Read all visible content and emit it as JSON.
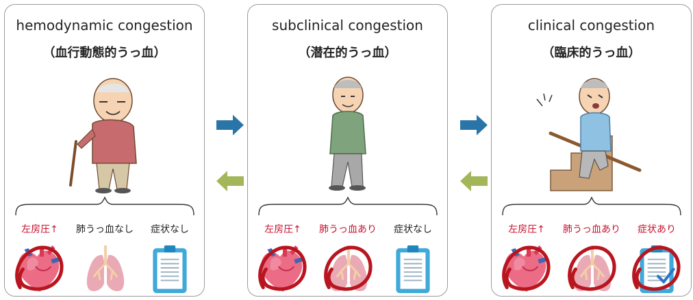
{
  "panels": [
    {
      "title_en": "hemodynamic congestion",
      "title_jp": "（血行動態的うっ血）",
      "labels": [
        {
          "text": "左房圧↑",
          "highlighted": true
        },
        {
          "text": "肺うっ血なし",
          "highlighted": false
        },
        {
          "text": "症状なし",
          "highlighted": false
        }
      ],
      "figure": "elderly-man-with-cane"
    },
    {
      "title_en": "subclinical congestion",
      "title_jp": "（潜在的うっ血）",
      "labels": [
        {
          "text": "左房圧↑",
          "highlighted": true
        },
        {
          "text": "肺うっ血あり",
          "highlighted": true
        },
        {
          "text": "症状なし",
          "highlighted": false
        }
      ],
      "figure": "elderly-man-walking"
    },
    {
      "title_en": "clinical congestion",
      "title_jp": "（臨床的うっ血）",
      "labels": [
        {
          "text": "左房圧↑",
          "highlighted": true
        },
        {
          "text": "肺うっ血あり",
          "highlighted": true
        },
        {
          "text": "症状あり",
          "highlighted": true
        }
      ],
      "figure": "elderly-man-climbing-stairs"
    }
  ],
  "arrows": {
    "forward_color": "#2a75a8",
    "backward_color": "#a4b65a"
  },
  "colors": {
    "highlight_red": "#c8102e",
    "circle_red": "#b8151f",
    "heart": "#e8506a",
    "lung": "#e7a7b3",
    "clipboard": "#3fa9d9"
  }
}
